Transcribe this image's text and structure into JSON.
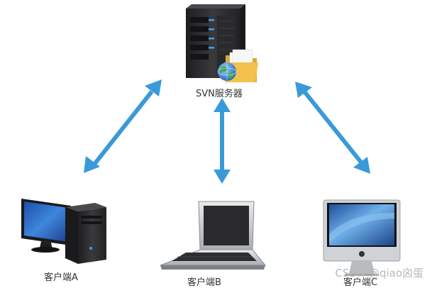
{
  "nodes": {
    "server": {
      "label": "SVN服务器"
    },
    "client_a": {
      "label": "客户端A"
    },
    "client_b": {
      "label": "客户端B"
    },
    "client_c": {
      "label": "客户端C"
    }
  },
  "watermark": "CSDN @qiao囟蛋",
  "colors": {
    "arrow": "#3a9ad9",
    "server_body": "#2e2e30",
    "server_led": "#3aa0e8",
    "folder": "#f2c14e",
    "globe": "#3a7fd0",
    "monitor_screen": "#2f6fc4",
    "imac_frame": "#cfd3d6"
  }
}
